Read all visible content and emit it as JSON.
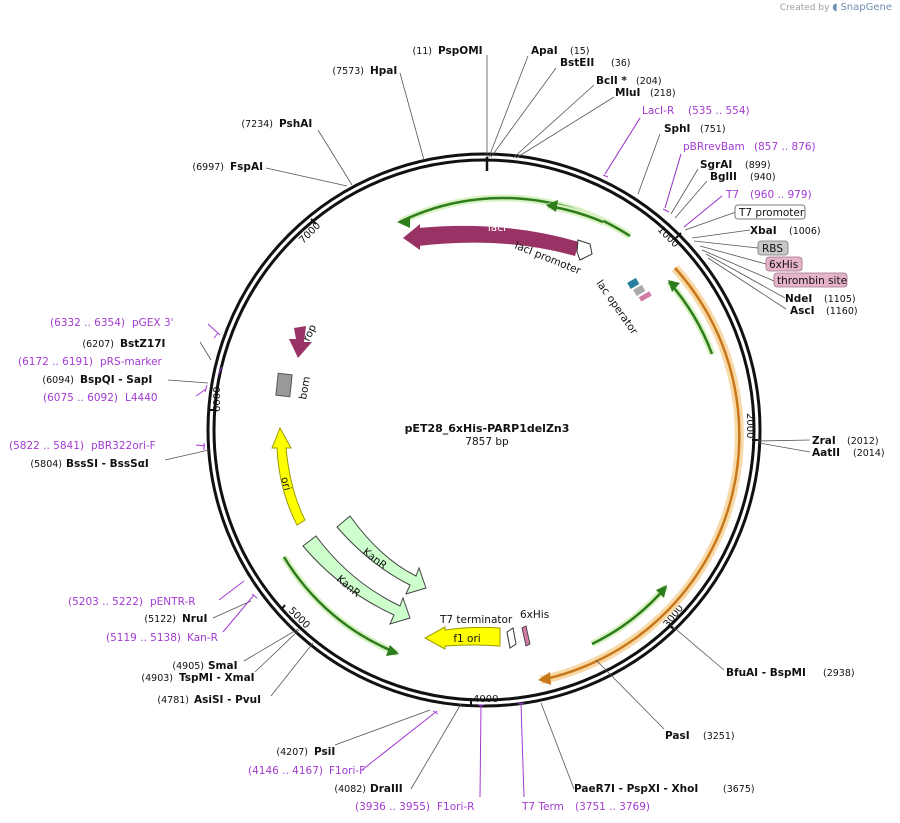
{
  "credit": {
    "created_by": "Created by",
    "brand": "SnapGene"
  },
  "plasmid": {
    "name": "pET28_6xHis-PARP1delZn3",
    "length_label": "7857 bp",
    "length": 7857
  },
  "ticks": [
    "1000",
    "2000",
    "3000",
    "4000",
    "5000",
    "6000",
    "7000"
  ],
  "enzymes": [
    {
      "pos": "(11)",
      "name": "PspOMI"
    },
    {
      "pos": "(15)",
      "name": "ApaI"
    },
    {
      "pos": "(36)",
      "name": "BstEII"
    },
    {
      "pos": "(204)",
      "name": "BclI *"
    },
    {
      "pos": "(218)",
      "name": "MluI"
    },
    {
      "pos": "(751)",
      "name": "SphI"
    },
    {
      "pos": "(899)",
      "name": "SgrAI"
    },
    {
      "pos": "(940)",
      "name": "BglII"
    },
    {
      "pos": "(1006)",
      "name": "XbaI"
    },
    {
      "pos": "(1105)",
      "name": "NdeI"
    },
    {
      "pos": "(1160)",
      "name": "AscI"
    },
    {
      "pos": "(2012)",
      "name": "ZraI"
    },
    {
      "pos": "(2014)",
      "name": "AatII"
    },
    {
      "pos": "(2938)",
      "name": "BfuAI - BspMI"
    },
    {
      "pos": "(3251)",
      "name": "PasI"
    },
    {
      "pos": "(3675)",
      "name": "PaeR7I - PspXI - XhoI"
    },
    {
      "pos": "(4082)",
      "name": "DraIII"
    },
    {
      "pos": "(4207)",
      "name": "PsiI"
    },
    {
      "pos": "(4781)",
      "name": "AsiSI - PvuI"
    },
    {
      "pos": "(4903)",
      "name": "TspMI - XmaI"
    },
    {
      "pos": "(4905)",
      "name": "SmaI"
    },
    {
      "pos": "(5122)",
      "name": "NruI"
    },
    {
      "pos": "(5804)",
      "name": "BssSI - BssSαI"
    },
    {
      "pos": "(6094)",
      "name": "BspQI - SapI"
    },
    {
      "pos": "(6207)",
      "name": "BstZ17I"
    },
    {
      "pos": "(6997)",
      "name": "FspAI"
    },
    {
      "pos": "(7234)",
      "name": "PshAI"
    },
    {
      "pos": "(7573)",
      "name": "HpaI"
    }
  ],
  "primers": [
    {
      "range": "(535 .. 554)",
      "name": "LacI-R"
    },
    {
      "range": "(857 .. 876)",
      "name": "pBRrevBam"
    },
    {
      "range": "(960 .. 979)",
      "name": "T7"
    },
    {
      "range": "(3751 .. 3769)",
      "name": "T7 Term"
    },
    {
      "range": "(3936 .. 3955)",
      "name": "F1ori-R"
    },
    {
      "range": "(4146 .. 4167)",
      "name": "F1ori-F"
    },
    {
      "range": "(5119 .. 5138)",
      "name": "Kan-R"
    },
    {
      "range": "(5203 .. 5222)",
      "name": "pENTR-R"
    },
    {
      "range": "(5822 .. 5841)",
      "name": "pBR322ori-F"
    },
    {
      "range": "(6075 .. 6092)",
      "name": "L4440"
    },
    {
      "range": "(6172 .. 6191)",
      "name": "pRS-marker"
    },
    {
      "range": "(6332 .. 6354)",
      "name": "pGEX 3'"
    }
  ],
  "boxed_features": [
    {
      "name": "T7 promoter",
      "color": "#ffffff"
    },
    {
      "name": "RBS",
      "color": "#c8c8c8"
    },
    {
      "name": "6xHis",
      "color": "#e6b4c8"
    },
    {
      "name": "thrombin site",
      "color": "#e6b4c8"
    }
  ],
  "features": {
    "lacI": "lacI",
    "lacI_promoter": "lacI promoter",
    "lac_operator": "lac operator",
    "rop": "rop",
    "bom": "bom",
    "ori": "ori",
    "kanr_1": "KanR",
    "kanr_2": "KanR",
    "t7_terminator": "T7 terminator",
    "f1_ori": "f1 ori",
    "six_his": "6xHis"
  },
  "colors": {
    "primer": "#a23bd1",
    "lacI": "#993366",
    "ori": "#ffff00",
    "kanr": "#ccffcc",
    "orf_orange": "#f5b041",
    "orf_green": "#2e7d1c",
    "bom": "#999999"
  }
}
